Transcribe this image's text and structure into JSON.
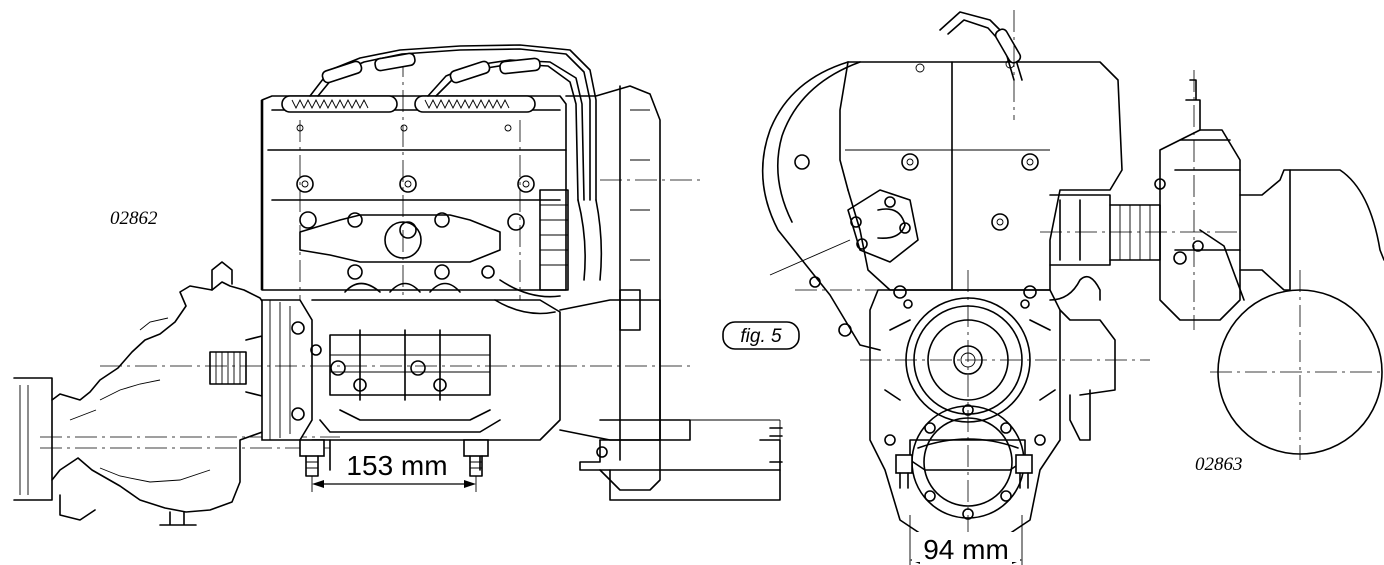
{
  "left_view": {
    "reference": "02862",
    "dimension": "153 mm"
  },
  "right_view": {
    "reference": "02863",
    "dimension": "94 mm"
  },
  "figure_label": "fig. 5"
}
